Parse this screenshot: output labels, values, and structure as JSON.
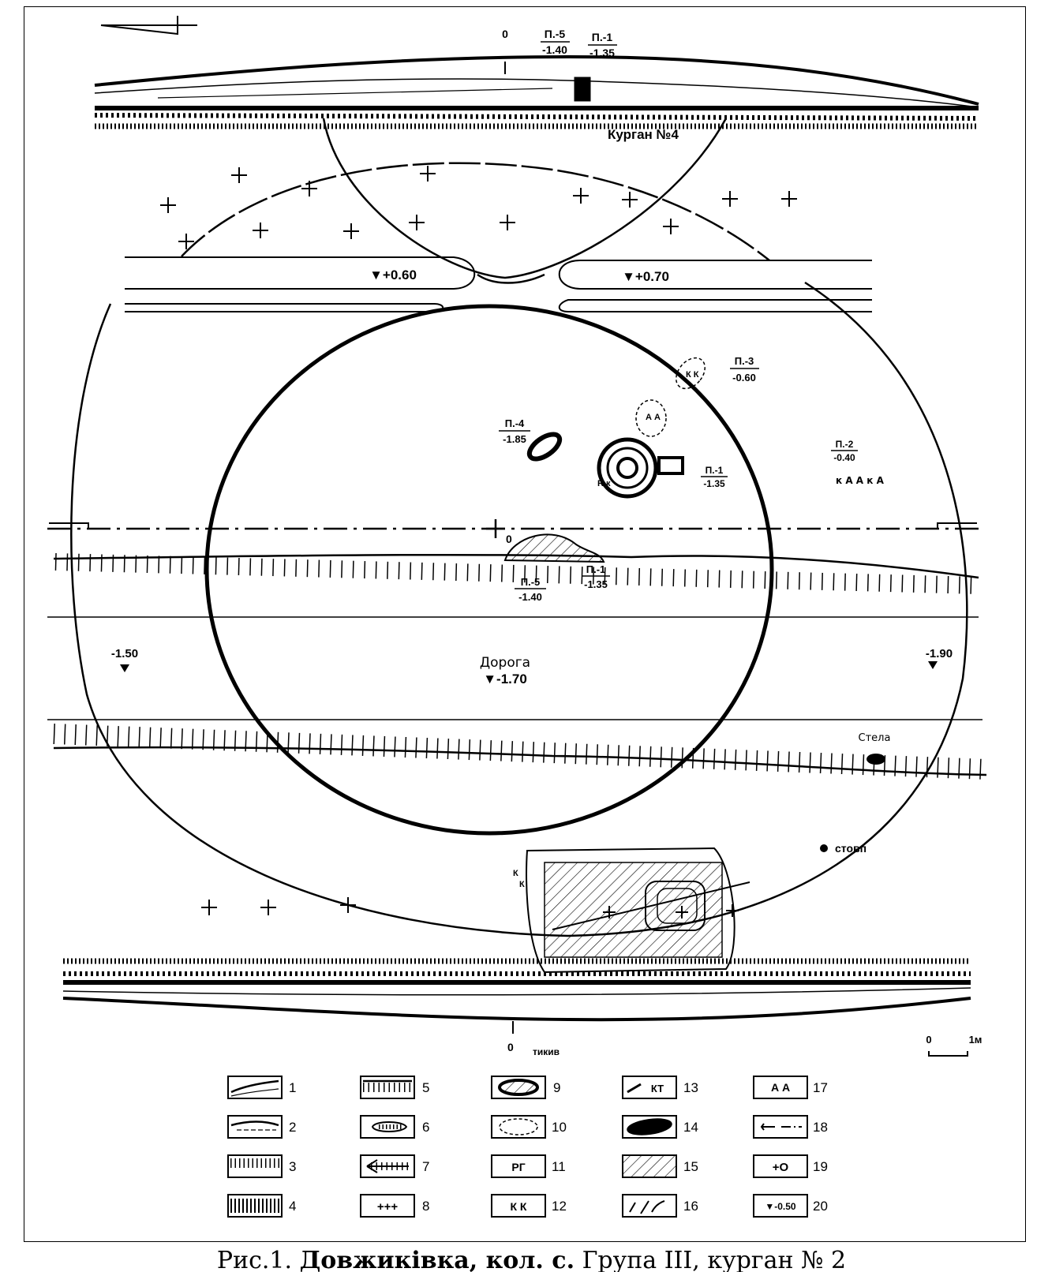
{
  "map": {
    "mound_label": "Курган №4",
    "elevations": {
      "left_trench": "▼+0.60",
      "right_trench": "▼+0.70",
      "road_name": "Дорога",
      "road_level": "▼-1.70",
      "left_edge": "-1.50",
      "right_edge": "-1.90"
    },
    "burials": [
      {
        "num": "П.-5",
        "depth": "-1.40"
      },
      {
        "num": "П.-1",
        "depth": "-1.35"
      },
      {
        "num": "П.-3",
        "depth": "-0.60"
      },
      {
        "num": "П.-4",
        "depth": "-1.85"
      },
      {
        "num": "П.-2",
        "depth": "-0.40"
      }
    ],
    "center_label": "0",
    "misc": {
      "pole": "стовп",
      "stela": "Стела",
      "top_section_zero": "0",
      "bottom_section_zero": "0",
      "bottom_label": "тикив"
    },
    "scale": {
      "zero": "0",
      "meter": "1м"
    }
  },
  "legend": [
    {
      "n": "1",
      "symbol": "grass-line"
    },
    {
      "n": "2",
      "symbol": "embankment-line"
    },
    {
      "n": "3",
      "symbol": "ditch-hatch"
    },
    {
      "n": "4",
      "symbol": "dense-hatch"
    },
    {
      "n": "5",
      "symbol": "scarp-hatch"
    },
    {
      "n": "6",
      "symbol": "pit-hatch"
    },
    {
      "n": "7",
      "symbol": "arrow-hatch"
    },
    {
      "n": "8",
      "symbol": "+++"
    },
    {
      "n": "9",
      "symbol": "filled-oval"
    },
    {
      "n": "10",
      "symbol": "dashed-oval-ka"
    },
    {
      "n": "11",
      "text": "РГ"
    },
    {
      "n": "12",
      "text": "К К"
    },
    {
      "n": "13",
      "text": "КТ"
    },
    {
      "n": "14",
      "symbol": "dark-oval"
    },
    {
      "n": "15",
      "symbol": "diagonal-hatch"
    },
    {
      "n": "16",
      "symbol": "strokes"
    },
    {
      "n": "17",
      "text": "А А"
    },
    {
      "n": "18",
      "symbol": "dash-dot"
    },
    {
      "n": "19",
      "text": "+О"
    },
    {
      "n": "20",
      "text": "▼-0.50"
    }
  ],
  "caption": {
    "prefix": "Рис.1.",
    "bold": "Довжиківка, кол. с.",
    "rest": "Група III, курган № 2"
  }
}
